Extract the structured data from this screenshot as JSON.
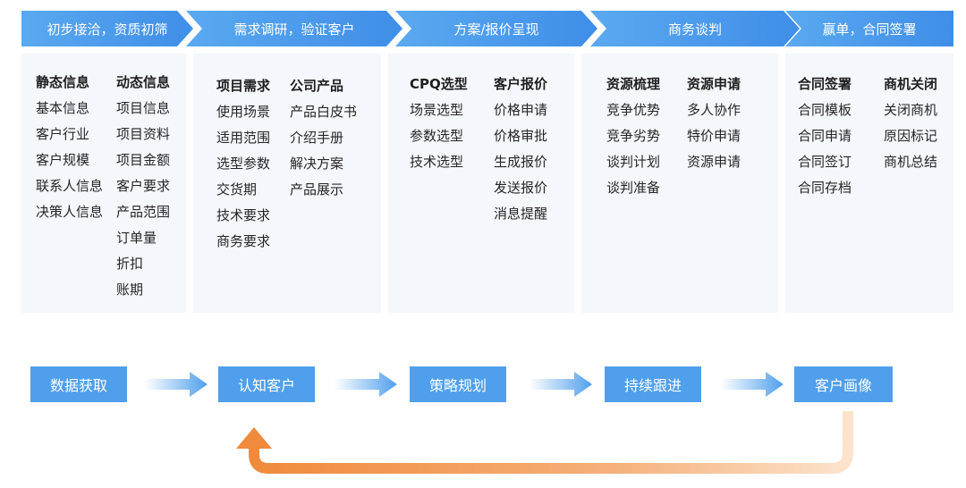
{
  "stages": [
    {
      "label": "初步接洽，资质初筛"
    },
    {
      "label": "需求调研，验证客户"
    },
    {
      "label": "方案/报价呈现"
    },
    {
      "label": "商务谈判"
    },
    {
      "label": "赢单，合同签署"
    }
  ],
  "panels": [
    {
      "columns": [
        {
          "heading": "静态信息",
          "items": [
            "基本信息",
            "客户行业",
            "客户规模",
            "联系人信息",
            "决策人信息"
          ]
        },
        {
          "heading": "动态信息",
          "items": [
            "项目信息",
            "项目资料",
            "项目金额",
            "客户要求",
            "产品范围",
            "订单量",
            "折扣",
            "账期"
          ]
        }
      ]
    },
    {
      "columns": [
        {
          "heading": "项目需求",
          "items": [
            "使用场景",
            "适用范围",
            "选型参数",
            "交货期",
            "技术要求",
            "商务要求"
          ]
        },
        {
          "heading": "公司产品",
          "items": [
            "产品白皮书",
            "介绍手册",
            "解决方案",
            "产品展示"
          ]
        }
      ]
    },
    {
      "columns": [
        {
          "heading": "CPQ选型",
          "items": [
            "场景选型",
            "参数选型",
            "技术选型"
          ]
        },
        {
          "heading": "客户报价",
          "items": [
            "价格申请",
            "价格审批",
            "生成报价",
            "发送报价",
            "消息提醒"
          ]
        }
      ]
    },
    {
      "columns": [
        {
          "heading": "资源梳理",
          "items": [
            "竞争优势",
            "竞争劣势",
            "谈判计划",
            "谈判准备"
          ]
        },
        {
          "heading": "资源申请",
          "items": [
            "多人协作",
            "特价申请",
            "资源申请"
          ]
        }
      ]
    },
    {
      "columns": [
        {
          "heading": "合同签署",
          "items": [
            "合同模板",
            "合同申请",
            "合同签订",
            "合同存档"
          ]
        },
        {
          "heading": "商机关闭",
          "items": [
            "关闭商机",
            "原因标记",
            "商机总结"
          ]
        }
      ]
    }
  ],
  "flow": [
    {
      "label": "数据获取"
    },
    {
      "label": "认知客户"
    },
    {
      "label": "策略规划"
    },
    {
      "label": "持续跟进"
    },
    {
      "label": "客户画像"
    }
  ],
  "colors": {
    "stage_blue": "#4a9aee",
    "panel_bg": "#f4f7fc",
    "flow_blue": "#4f9fec",
    "loop_orange": "#f08a3c"
  }
}
